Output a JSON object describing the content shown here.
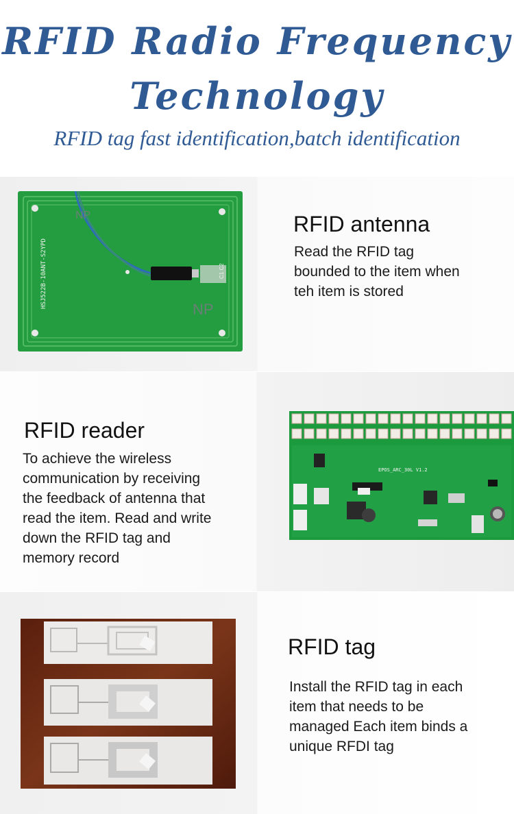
{
  "header": {
    "title_line1": "RFID Radio Frequency",
    "title_line2": "Technology",
    "subtitle": "RFID tag fast identification,batch identification"
  },
  "sections": [
    {
      "heading": "RFID antenna",
      "description_lines": [
        "Read the RFID tag",
        "bounded to the item when",
        "teh item is stored"
      ],
      "board_label": "HSJ522B-10ANT-S2YPD",
      "board_marking": "NP"
    },
    {
      "heading": "RFID reader",
      "description_lines": [
        "To achieve the wireless",
        "communication by receiving",
        "the feedback of antenna that",
        "read the item. Read and write",
        "down the RFID tag and",
        "memory  record"
      ],
      "board_label": "EPOS_ARC_30L V1.2"
    },
    {
      "heading": "RFID tag",
      "description_lines": [
        "Install the RFID tag in each",
        "item that needs to be",
        "managed Each item binds a",
        "unique RFDI tag"
      ]
    }
  ],
  "colors": {
    "title_blue": "#2f5a94",
    "pcb_green": "#1f9a3c",
    "tag_backdrop": "#6b2a16"
  }
}
